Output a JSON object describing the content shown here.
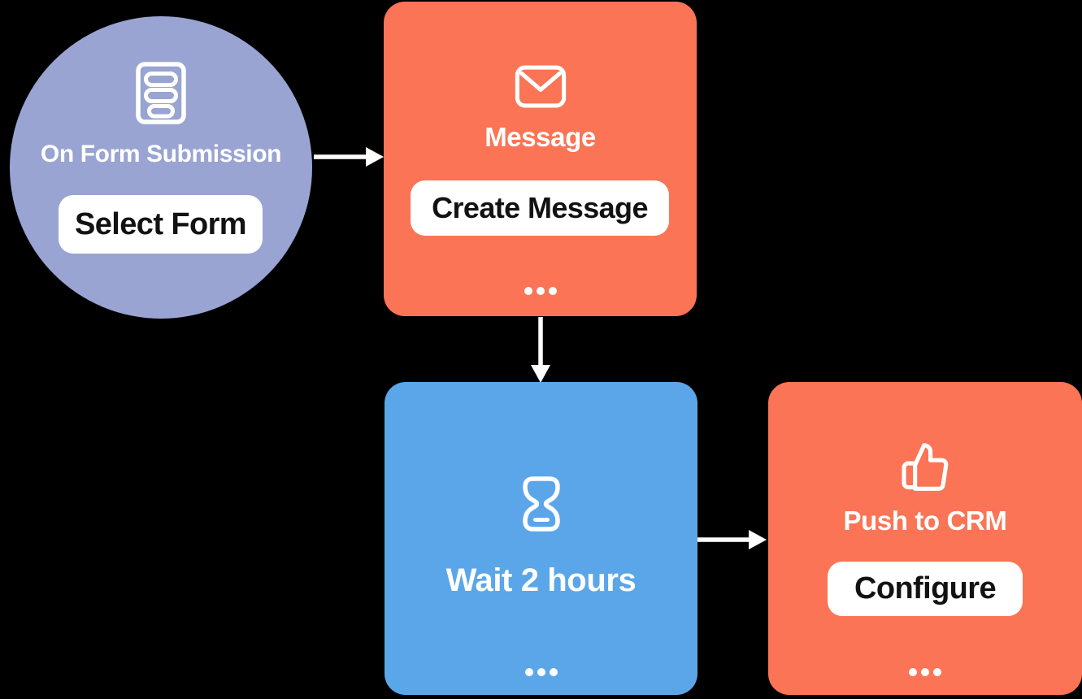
{
  "diagram": {
    "type": "marketing-automation-workflow",
    "background_color": "#000000",
    "nodes": {
      "form_trigger": {
        "shape": "circle",
        "color": "#99A4D2",
        "icon": "form-icon",
        "label": "On Form Submission",
        "button_label": "Select Form"
      },
      "message": {
        "shape": "rounded-square",
        "color": "#FA7455",
        "icon": "envelope-icon",
        "label": "Message",
        "button_label": "Create Message",
        "menu_icon": "ellipsis-icon"
      },
      "wait": {
        "shape": "rounded-square",
        "color": "#5BA6E9",
        "icon": "hourglass-icon",
        "label": "Wait 2 hours",
        "menu_icon": "ellipsis-icon"
      },
      "push_to_crm": {
        "shape": "rounded-square",
        "color": "#FA7455",
        "icon": "thumbs-up-icon",
        "label": "Push to CRM",
        "button_label": "Configure",
        "menu_icon": "ellipsis-icon"
      }
    },
    "connections": [
      {
        "from": "form_trigger",
        "to": "message",
        "direction": "right"
      },
      {
        "from": "message",
        "to": "wait",
        "direction": "down"
      },
      {
        "from": "wait",
        "to": "push_to_crm",
        "direction": "right"
      }
    ],
    "arrow_color": "#ffffff",
    "text_color_on_node": "#ffffff",
    "text_color_on_button": "#121212"
  }
}
